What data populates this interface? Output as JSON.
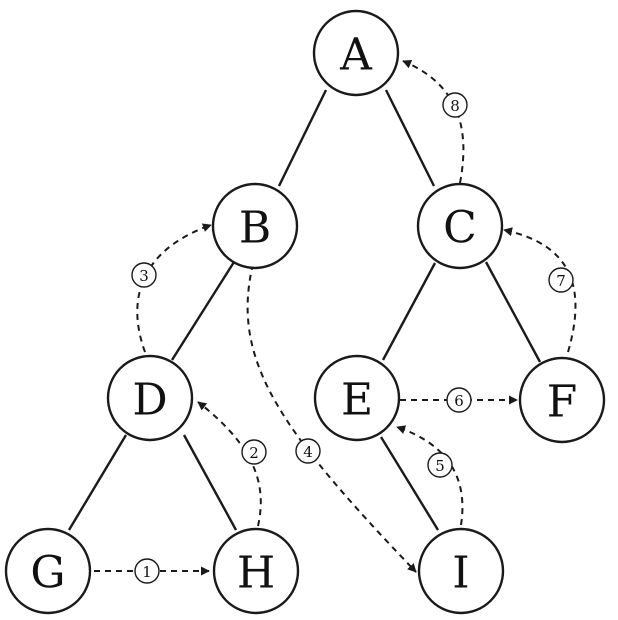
{
  "nodes": [
    {
      "id": "A",
      "label": "A"
    },
    {
      "id": "B",
      "label": "B"
    },
    {
      "id": "C",
      "label": "C"
    },
    {
      "id": "D",
      "label": "D"
    },
    {
      "id": "E",
      "label": "E"
    },
    {
      "id": "F",
      "label": "F"
    },
    {
      "id": "G",
      "label": "G"
    },
    {
      "id": "H",
      "label": "H"
    },
    {
      "id": "I",
      "label": "I"
    }
  ],
  "edges": [
    {
      "from": "A",
      "to": "B"
    },
    {
      "from": "A",
      "to": "C"
    },
    {
      "from": "B",
      "to": "D"
    },
    {
      "from": "C",
      "to": "E"
    },
    {
      "from": "C",
      "to": "F"
    },
    {
      "from": "D",
      "to": "G"
    },
    {
      "from": "D",
      "to": "H"
    },
    {
      "from": "E",
      "to": "I"
    }
  ],
  "threads": [
    {
      "step": "1",
      "label": "①",
      "from": "G",
      "to": "H"
    },
    {
      "step": "2",
      "label": "②",
      "from": "H",
      "to": "D"
    },
    {
      "step": "3",
      "label": "③",
      "from": "D",
      "to": "B"
    },
    {
      "step": "4",
      "label": "④",
      "from": "B",
      "to": "I"
    },
    {
      "step": "5",
      "label": "⑤",
      "from": "I",
      "to": "E"
    },
    {
      "step": "6",
      "label": "⑥",
      "from": "E",
      "to": "F"
    },
    {
      "step": "7",
      "label": "⑦",
      "from": "F",
      "to": "C"
    },
    {
      "step": "8",
      "label": "⑧",
      "from": "C",
      "to": "A"
    }
  ]
}
